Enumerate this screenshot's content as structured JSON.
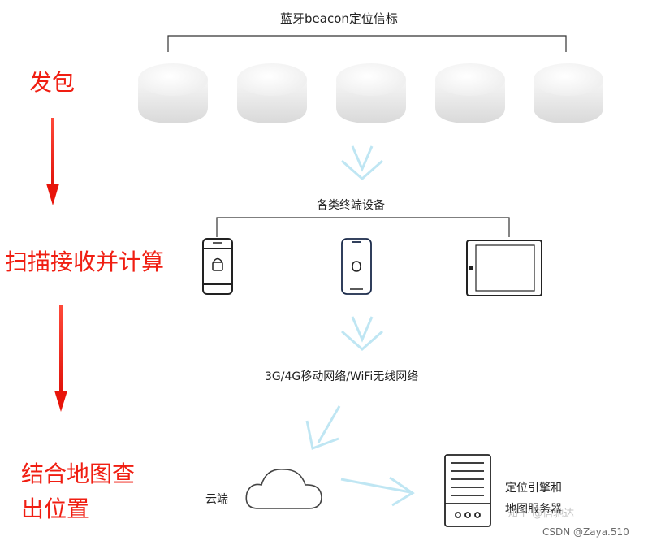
{
  "beacons": {
    "title": "蓝牙beacon定位信标",
    "count": 5
  },
  "steps": {
    "send": "发包",
    "scan": "扫描接收并计算",
    "locate_line1": "结合地图查",
    "locate_line2": "出位置"
  },
  "devices": {
    "title": "各类终端设备",
    "items": [
      "android-phone",
      "iphone",
      "tablet"
    ]
  },
  "network": {
    "label": "3G/4G移动网络/WiFi无线网络"
  },
  "cloud": {
    "label": "云端"
  },
  "server": {
    "label_line1": "定位引擎和",
    "label_line2": "地图服务器"
  },
  "watermarks": {
    "zhihu": "知乎 @信驰达",
    "csdn": "CSDN @Zaya.510"
  },
  "colors": {
    "red": "#f01e12",
    "arrow_blue": "#bfe6f3",
    "line": "#333333",
    "device_stroke": "#222222"
  }
}
